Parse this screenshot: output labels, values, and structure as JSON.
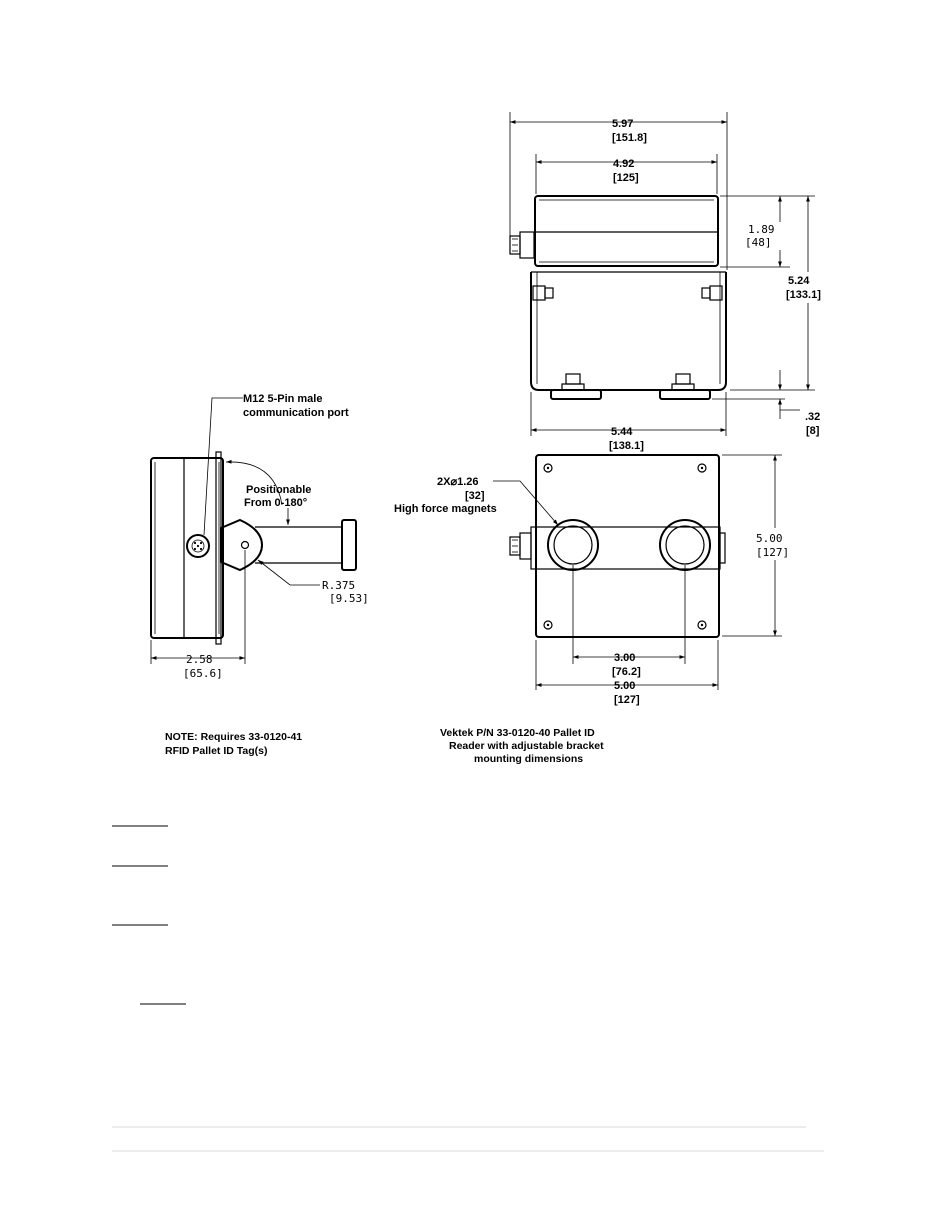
{
  "top_view": {
    "overall_width": "5.97",
    "overall_width_mm": "[151.8]",
    "body_width": "4.92",
    "body_width_mm": "[125]",
    "body_height": "1.89",
    "body_height_mm": "[48]",
    "overall_height": "5.24",
    "overall_height_mm": "[133.1]",
    "magnet_offset": ".32",
    "magnet_offset_mm": "[8]",
    "bracket_width": "5.44",
    "bracket_width_mm": "[138.1]"
  },
  "side_view": {
    "port_label_1": "M12 5-Pin male",
    "port_label_2": "communication port",
    "rotate_label_1": "Positionable",
    "rotate_label_2": "From 0-180°",
    "radius": "R.375",
    "radius_mm": "[9.53]",
    "depth": "2.58",
    "depth_mm": "[65.6]"
  },
  "front_view": {
    "magnet_callout_1": "2X⌀1.26",
    "magnet_callout_2": "[32]",
    "magnet_callout_3": "High force magnets",
    "height": "5.00",
    "height_mm": "[127]",
    "magnet_spacing": "3.00",
    "magnet_spacing_mm": "[76.2]",
    "width": "5.00",
    "width_mm": "[127]"
  },
  "notes": {
    "note_1": "NOTE: Requires 33-0120-41",
    "note_2": "RFID Pallet ID Tag(s)",
    "caption_1": "Vektek P/N 33-0120-40 Pallet ID",
    "caption_2": "Reader with adjustable bracket",
    "caption_3": "mounting dimensions"
  }
}
